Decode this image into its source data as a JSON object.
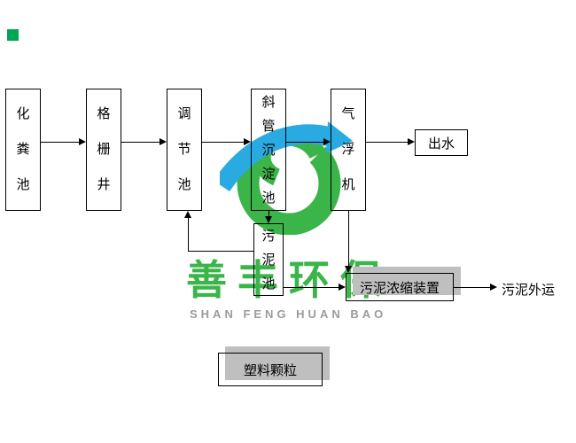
{
  "colors": {
    "wm-green": "#3bb54a",
    "wm-blue": "#29abe2",
    "wm-gray": "#9b9b9b",
    "shadow-gray": "#bfbfbf",
    "corner-green": "#00a651",
    "line": "#000000"
  },
  "flow": {
    "nodes": [
      {
        "label": "化粪池"
      },
      {
        "label": "格栅井"
      },
      {
        "label": "调节池"
      },
      {
        "label": "斜管沉淀池"
      },
      {
        "label": "气浮机"
      },
      {
        "label": "出水"
      },
      {
        "label": "污泥池"
      },
      {
        "label": "污泥浓缩装置"
      },
      {
        "label": "塑料颗粒"
      }
    ],
    "sludge_out_label": "污泥外运"
  },
  "watermark": {
    "cn_name": "善丰环保",
    "en_name": "SHAN FENG HUAN BAO"
  }
}
